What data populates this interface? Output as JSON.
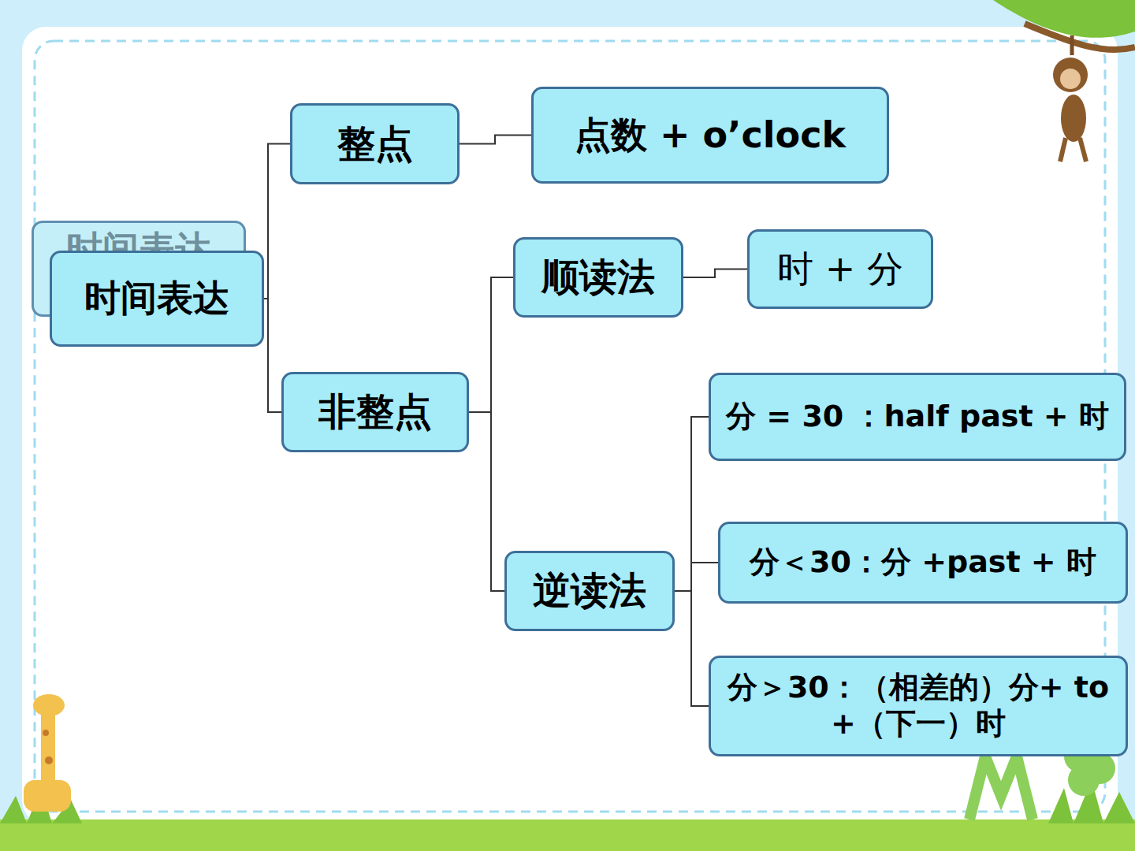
{
  "diagram": {
    "nodes": [
      {
        "text": [
          "时间表达"
        ]
      },
      {
        "text": [
          "时间表达"
        ]
      },
      {
        "text": [
          "整点"
        ]
      },
      {
        "text": [
          "点数 + o’clock"
        ]
      },
      {
        "text": [
          "非整点"
        ]
      },
      {
        "text": [
          "顺读法"
        ]
      },
      {
        "text": [
          "时 + 分"
        ]
      },
      {
        "text": [
          "逆读法"
        ]
      },
      {
        "text": [
          "分 = 30 ：half past + 时"
        ]
      },
      {
        "text": [
          "分＜30：分 +past + 时"
        ]
      },
      {
        "text": [
          "分＞30：（相差的）分+ to +（下一）时"
        ]
      }
    ],
    "edges": [
      {
        "from": 1,
        "to": 2,
        "arrow": "none"
      },
      {
        "from": 1,
        "to": 4,
        "arrow": "none"
      },
      {
        "from": 2,
        "to": 3,
        "arrow": "none"
      },
      {
        "from": 4,
        "to": 5,
        "arrow": "none"
      },
      {
        "from": 4,
        "to": 7,
        "arrow": "none"
      },
      {
        "from": 5,
        "to": 6,
        "arrow": "none"
      },
      {
        "from": 7,
        "to": 8,
        "arrow": "none"
      },
      {
        "from": 7,
        "to": 9,
        "arrow": "none"
      },
      {
        "from": 7,
        "to": 10,
        "arrow": "none"
      }
    ]
  }
}
